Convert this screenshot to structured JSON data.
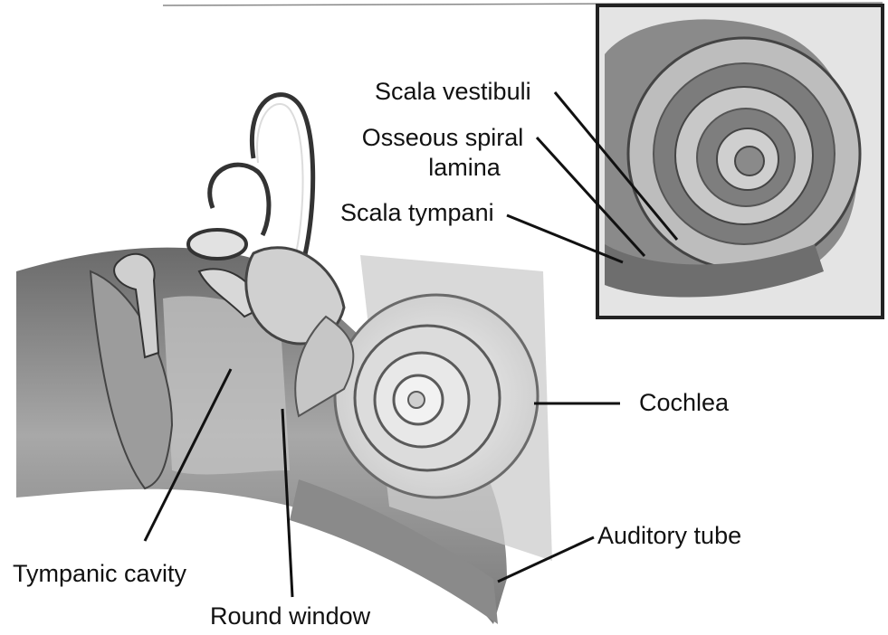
{
  "labels": {
    "scala_vestibuli": "Scala vestibuli",
    "osseous_spiral_line1": "Osseous spiral",
    "osseous_spiral_line2": "lamina",
    "scala_tympani": "Scala tympani",
    "cochlea": "Cochlea",
    "auditory_tube": "Auditory tube",
    "tympanic_cavity": "Tympanic cavity",
    "round_window": "Round window"
  },
  "colors": {
    "ink": "#111111",
    "inset_border": "#222222",
    "tissue_dark": "#5a5a5a",
    "tissue_mid": "#9a9a9a",
    "tissue_light": "#d6d6d6"
  }
}
